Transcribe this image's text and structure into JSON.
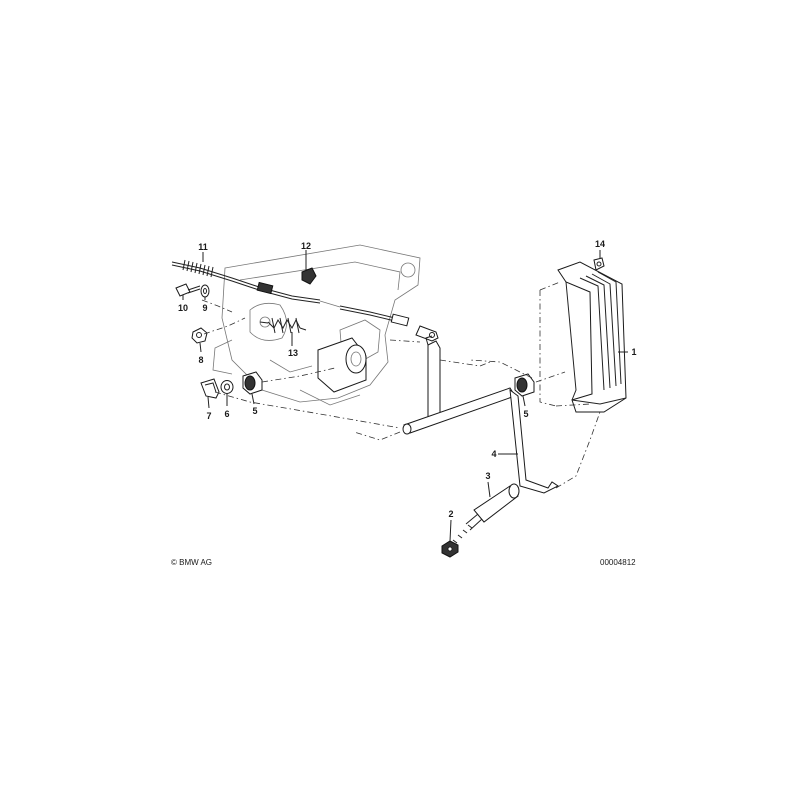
{
  "diagram": {
    "copyright": "© BMW AG",
    "drawing_number": "00004812",
    "callouts": [
      "11",
      "12",
      "14",
      "10",
      "9",
      "1",
      "13",
      "8",
      "7",
      "6",
      "5",
      "5",
      "4",
      "3",
      "2"
    ]
  },
  "colors": {
    "line": "#1a1a1a",
    "shade": "#333333",
    "background": "#ffffff"
  }
}
